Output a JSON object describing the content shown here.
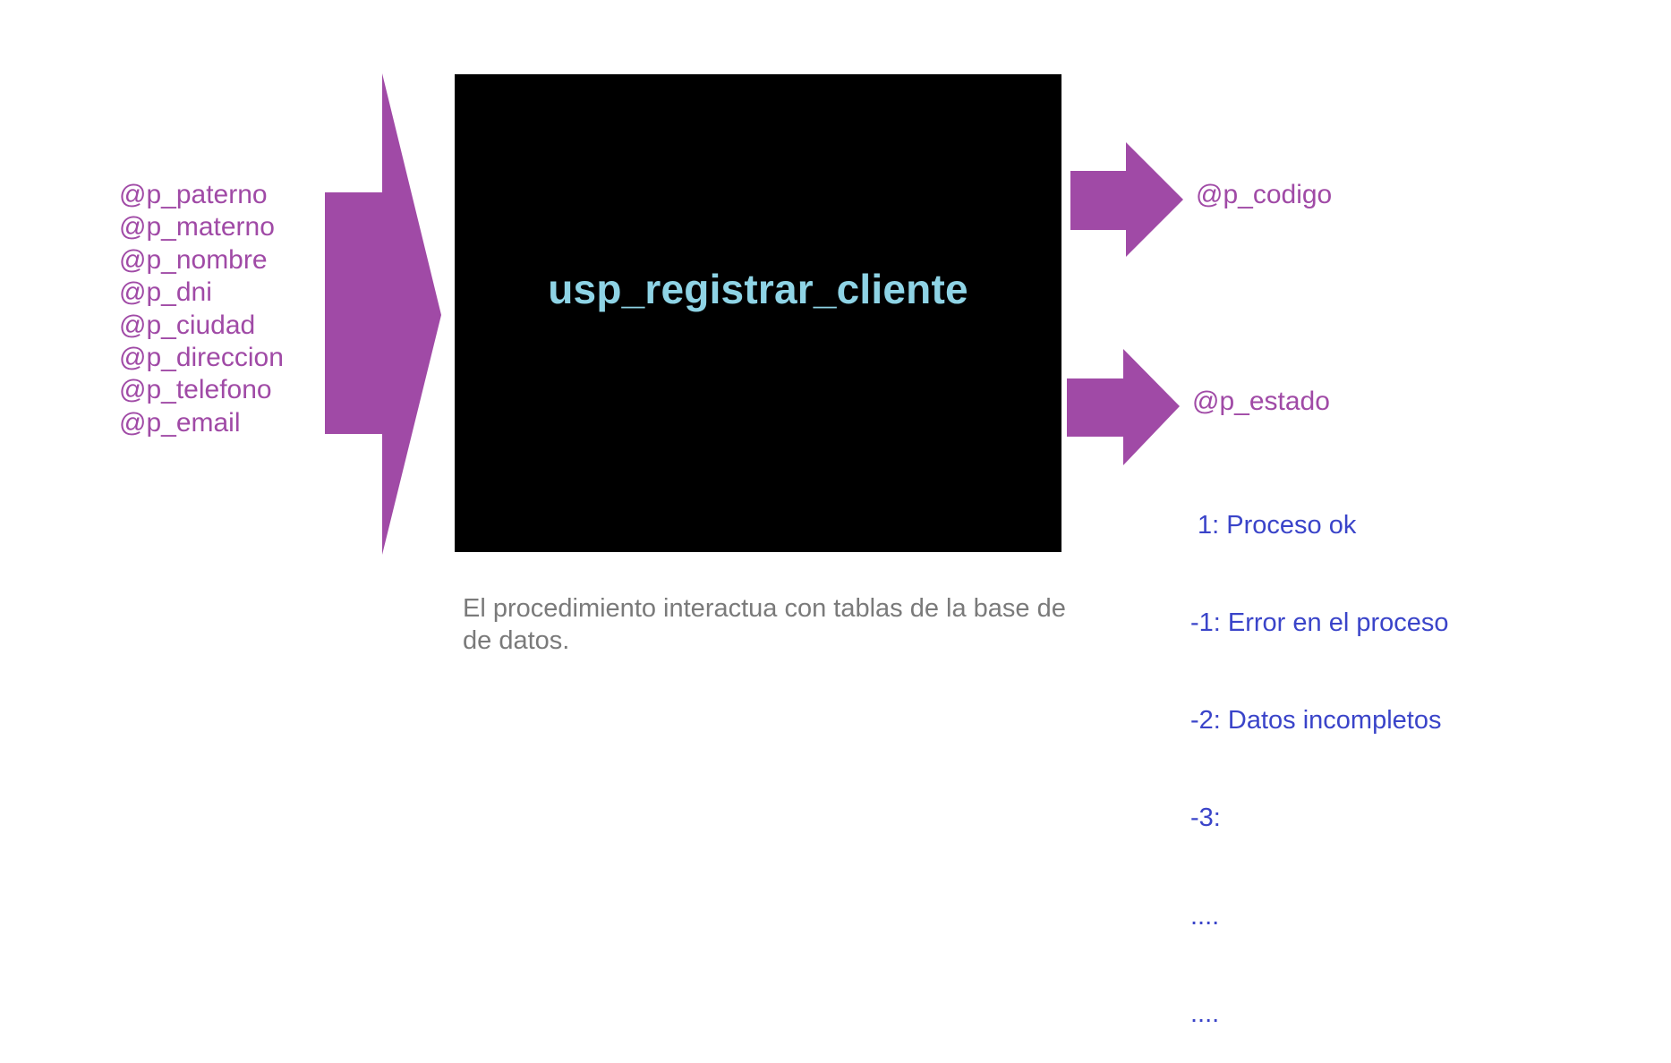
{
  "colors": {
    "arrow": "#a04aa6",
    "parameter_text": "#a04aa6",
    "procedure_box": "#000000",
    "procedure_text": "#8ed3e5",
    "note_text": "#7a7a7a",
    "status_code_text": "#3a44c9"
  },
  "inputs": {
    "params": [
      "@p_paterno",
      "@p_materno",
      "@p_nombre",
      "@p_dni",
      "@p_ciudad",
      "@p_direccion",
      "@p_telefono",
      "@p_email"
    ]
  },
  "procedure": {
    "name": "usp_registrar_cliente",
    "note": "El procedimiento interactua con tablas de la base de de datos."
  },
  "outputs": {
    "codigo": "@p_codigo",
    "estado": "@p_estado",
    "estado_codes": [
      " 1: Proceso ok",
      "-1: Error en el proceso",
      "-2: Datos incompletos",
      "-3:",
      "....",
      "...."
    ]
  }
}
